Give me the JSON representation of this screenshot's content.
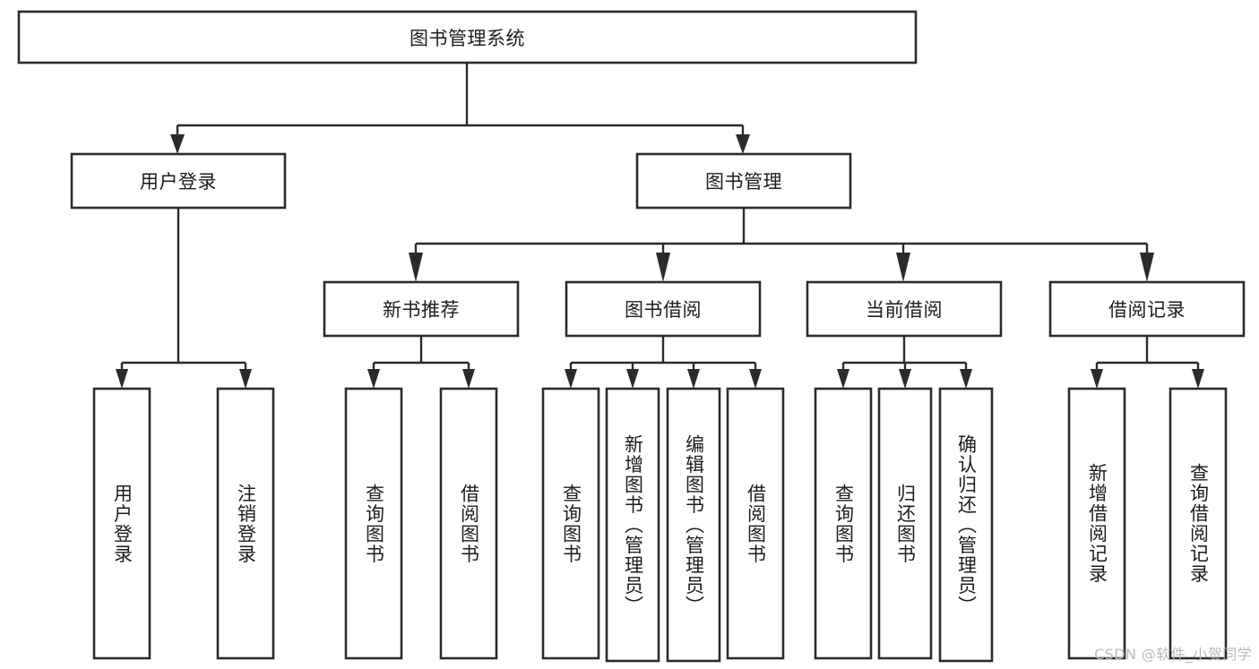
{
  "diagram": {
    "type": "tree-hierarchy",
    "title": "图书管理系统",
    "colors": {
      "box_stroke": "#2b2b2b",
      "box_fill": "#ffffff",
      "connector": "#2b2b2b",
      "text": "#1c1c1c",
      "watermark": "#b9b9b9",
      "background": "#ffffff"
    },
    "root": {
      "label": "图书管理系统"
    },
    "level2": [
      {
        "label": "用户登录"
      },
      {
        "label": "图书管理"
      }
    ],
    "level3": [
      {
        "label": "新书推荐"
      },
      {
        "label": "图书借阅"
      },
      {
        "label": "当前借阅"
      },
      {
        "label": "借阅记录"
      }
    ],
    "leaves": {
      "user_login": [
        {
          "label": "用户登录"
        },
        {
          "label": "注销登录"
        }
      ],
      "new_book_recommend": [
        {
          "label": "查询图书"
        },
        {
          "label": "借阅图书"
        }
      ],
      "book_borrow": [
        {
          "label": "查询图书"
        },
        {
          "label": "新增图书（管理员）"
        },
        {
          "label": "编辑图书（管理员）"
        },
        {
          "label": "借阅图书"
        }
      ],
      "current_borrow": [
        {
          "label": "查询图书"
        },
        {
          "label": "归还图书"
        },
        {
          "label": "确认归还（管理员）"
        }
      ],
      "borrow_record": [
        {
          "label": "新增借阅记录"
        },
        {
          "label": "查询借阅记录"
        }
      ]
    }
  },
  "watermark": {
    "text": "CSDN @软件_小贺同学"
  }
}
